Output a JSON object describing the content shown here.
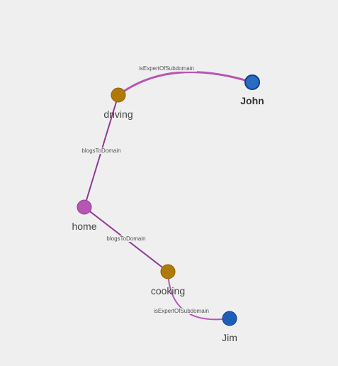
{
  "colors": {
    "background": "#efefef",
    "person_fill": "#1d5fb8",
    "person_stroke": "#0d3f8f",
    "person_fill_alt": "#2a6dc0",
    "subdomain_fill": "#b07a0a",
    "subdomain_stroke": "#8f6205",
    "domain_fill": "#b556b5",
    "domain_stroke": "#9a3f9a",
    "edge_expert": "#b556b5",
    "edge_blogs": "#8e3a94"
  },
  "nodes": {
    "john": {
      "label": "John",
      "type": "person",
      "selected": true
    },
    "jim": {
      "label": "Jim",
      "type": "person",
      "selected": false
    },
    "driving": {
      "label": "driving",
      "type": "subdomain",
      "selected": false
    },
    "cooking": {
      "label": "cooking",
      "type": "subdomain",
      "selected": false
    },
    "home": {
      "label": "home",
      "type": "domain",
      "selected": false
    }
  },
  "edges": {
    "john_driving": {
      "label": "isExpertOfSubdomain",
      "source": "John",
      "target": "driving"
    },
    "driving_home": {
      "label": "blogsToDomain",
      "source": "driving",
      "target": "home"
    },
    "cooking_home": {
      "label": "blogsToDomain",
      "source": "cooking",
      "target": "home"
    },
    "jim_cooking": {
      "label": "isExpertOfSubdomain",
      "source": "Jim",
      "target": "cooking"
    }
  }
}
